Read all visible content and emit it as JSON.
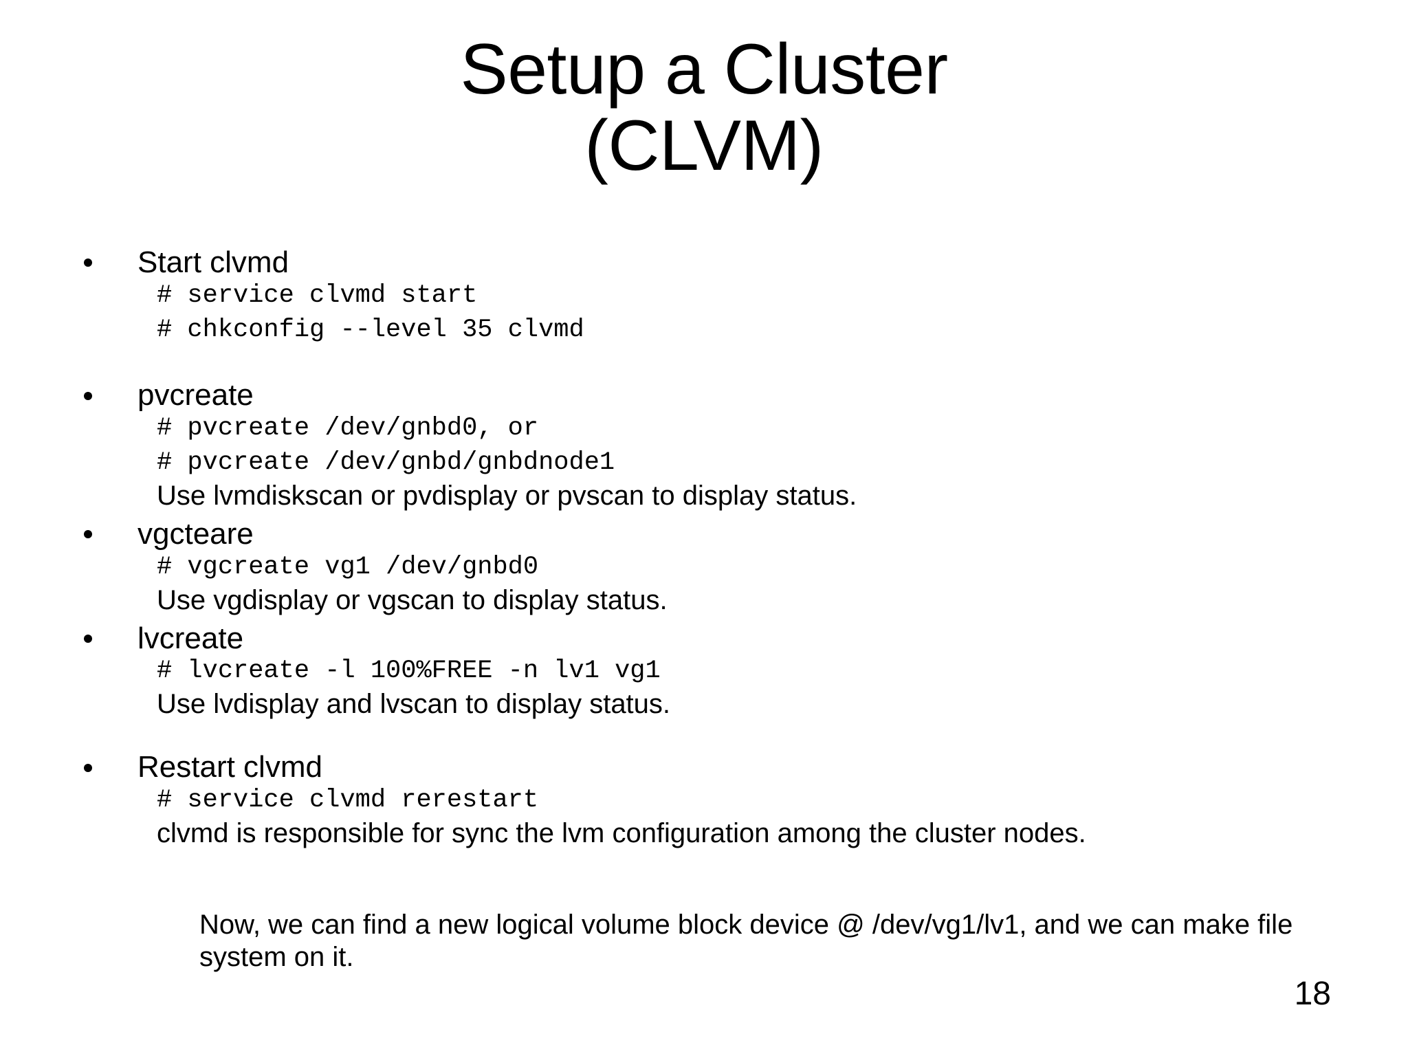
{
  "slide": {
    "title_line1": "Setup a Cluster",
    "title_line2": "(CLVM)",
    "page_number": "18",
    "text_color": "#000000",
    "background_color": "#ffffff"
  },
  "sections": [
    {
      "heading": "Start clvmd",
      "lines": [
        {
          "kind": "mono",
          "text": "# service clvmd start"
        },
        {
          "kind": "mono",
          "text": "# chkconfig --level 35 clvmd"
        }
      ]
    },
    {
      "heading": "pvcreate",
      "lines": [
        {
          "kind": "mono",
          "text": "# pvcreate /dev/gnbd0, or"
        },
        {
          "kind": "mono",
          "text": "# pvcreate /dev/gnbd/gnbdnode1"
        },
        {
          "kind": "prose",
          "text": "Use lvmdiskscan or pvdisplay or pvscan to display status."
        }
      ]
    },
    {
      "heading": "vgcteare",
      "lines": [
        {
          "kind": "mono",
          "text": "# vgcreate vg1 /dev/gnbd0"
        },
        {
          "kind": "prose",
          "text": "Use vgdisplay or vgscan to display status."
        }
      ]
    },
    {
      "heading": "lvcreate",
      "lines": [
        {
          "kind": "mono",
          "text": "# lvcreate -l 100%FREE -n lv1 vg1"
        },
        {
          "kind": "prose",
          "text": "Use lvdisplay and lvscan to display status."
        }
      ]
    },
    {
      "heading": "Restart clvmd",
      "lines": [
        {
          "kind": "mono",
          "text": "# service clvmd rerestart"
        },
        {
          "kind": "prose",
          "text": "clvmd is responsible for sync the lvm configuration among the cluster nodes."
        }
      ]
    }
  ],
  "closing": {
    "text": "Now, we can find a new logical volume block device @ /dev/vg1/lv1, and we can make file system on it."
  }
}
